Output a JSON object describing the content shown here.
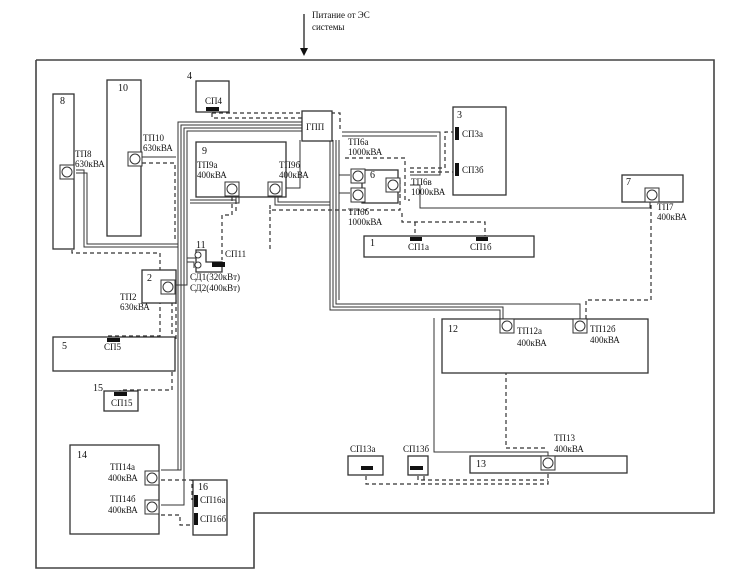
{
  "diagram": {
    "supply_label_line1": "Питание от ЭС",
    "supply_label_line2": "системы",
    "gpp_label": "ГПП",
    "buildings": [
      {
        "id": "1",
        "label": "1"
      },
      {
        "id": "2",
        "label": "2"
      },
      {
        "id": "3",
        "label": "3"
      },
      {
        "id": "4",
        "label": "4"
      },
      {
        "id": "5",
        "label": "5"
      },
      {
        "id": "6",
        "label": "6"
      },
      {
        "id": "7",
        "label": "7"
      },
      {
        "id": "8",
        "label": "8"
      },
      {
        "id": "9",
        "label": "9"
      },
      {
        "id": "10",
        "label": "10"
      },
      {
        "id": "11",
        "label": "11"
      },
      {
        "id": "12",
        "label": "12"
      },
      {
        "id": "13",
        "label": "13"
      },
      {
        "id": "14",
        "label": "14"
      },
      {
        "id": "15",
        "label": "15"
      },
      {
        "id": "16",
        "label": "16"
      }
    ],
    "substations": {
      "tp8": {
        "name": "ТП8",
        "rating": "630кВА"
      },
      "tp10": {
        "name": "ТП10",
        "rating": "630кВА"
      },
      "tp9a": {
        "name": "ТП9а",
        "rating": "400кВА"
      },
      "tp9b": {
        "name": "ТП9б",
        "rating": "400кВА"
      },
      "tp6a": {
        "name": "ТП6а",
        "rating": "1000кВА"
      },
      "tp6b": {
        "name": "ТП6б",
        "rating": "1000кВА"
      },
      "tp6v": {
        "name": "ТП6в",
        "rating": "1000кВА"
      },
      "tp7": {
        "name": "ТП7",
        "rating": "400кВА"
      },
      "tp2": {
        "name": "ТП2",
        "rating": "630кВА"
      },
      "tp12a": {
        "name": "ТП12а",
        "rating": "400кВА"
      },
      "tp12b": {
        "name": "ТП12б",
        "rating": "400кВА"
      },
      "tp13": {
        "name": "ТП13",
        "rating": "400кВА"
      },
      "tp14a": {
        "name": "ТП14а",
        "rating": "400кВА"
      },
      "tp14b": {
        "name": "ТП14б",
        "rating": "400кВА"
      }
    },
    "panels": {
      "sp4": "СП4",
      "sp3a": "СП3а",
      "sp3b": "СП3б",
      "sp1a": "СП1а",
      "sp1b": "СП1б",
      "sp11": "СП11",
      "sp5": "СП5",
      "sp15": "СП15",
      "sp13a": "СП13а",
      "sp13b": "СП13б",
      "sp16a": "СП16а",
      "sp16b": "СП16б"
    },
    "motors": {
      "sd1": "СД1(320кВт)",
      "sd2": "СД2(400кВт)"
    }
  }
}
